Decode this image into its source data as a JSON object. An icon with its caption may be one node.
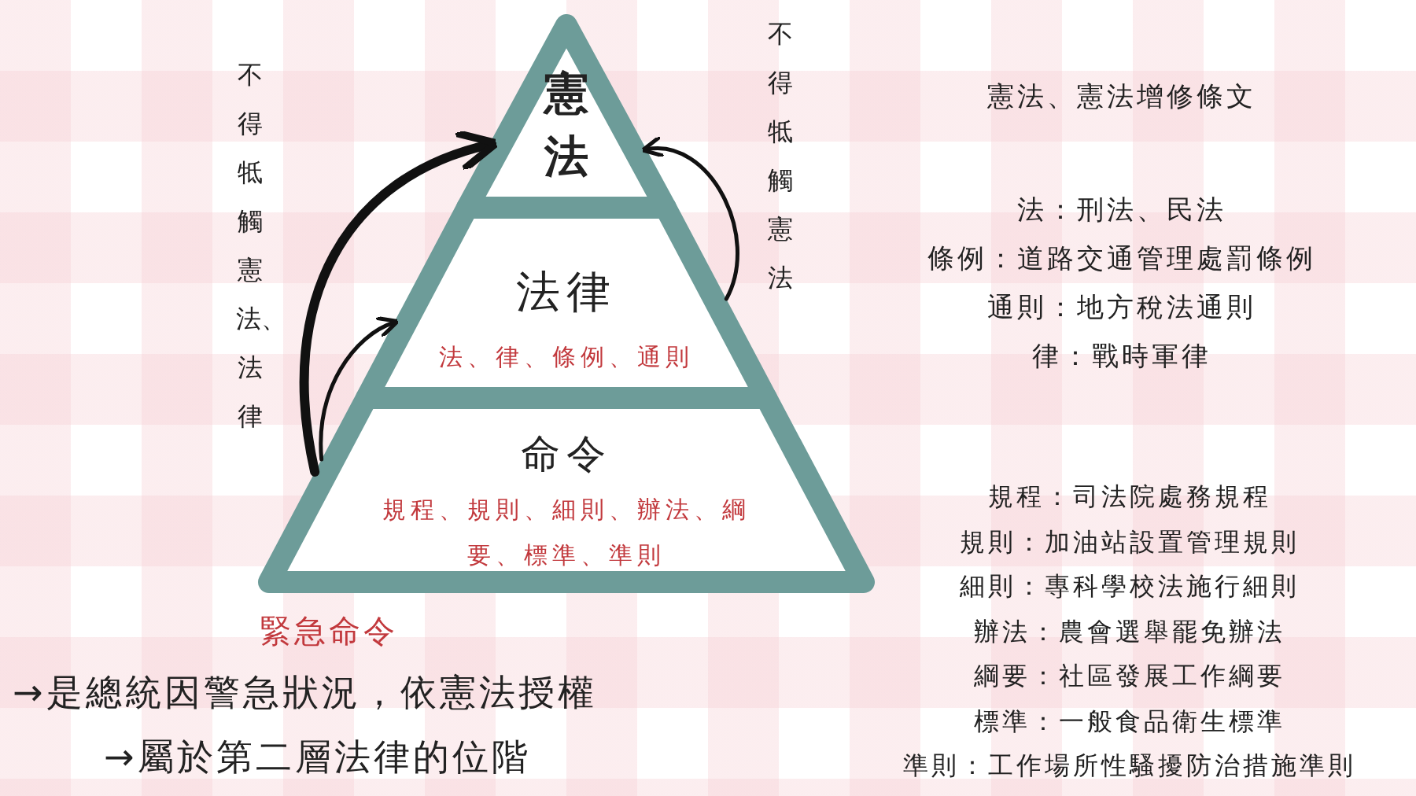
{
  "diagram": {
    "nodes": [
      {
        "text": [
          "憲法"
        ]
      },
      {
        "text": [
          "法律",
          "法、律、條例、通則"
        ]
      },
      {
        "text": [
          "命令",
          "規程、規則、細則、辦法、綱要、標準、準則"
        ]
      }
    ],
    "edges": [
      {
        "from": 2,
        "to": 0,
        "arrow": "to",
        "style": "thick"
      },
      {
        "from": 2,
        "to": 1,
        "arrow": "to"
      },
      {
        "from": 1,
        "to": 0,
        "arrow": "to"
      }
    ],
    "labels": [
      "不得牴觸憲法、法律",
      "不得牴觸憲法",
      "憲法、憲法增修條文",
      "法：刑法、民法",
      "條例：道路交通管理處罰條例",
      "通則：地方稅法通則",
      "律：戰時軍律",
      "規程：司法院處務規程",
      "規則：加油站設置管理規則",
      "細則：專科學校法施行細則",
      "辦法：農會選舉罷免辦法",
      "綱要：社區發展工作綱要",
      "標準：一般食品衛生標準",
      "準則：工作場所性騷擾防治措施準則",
      "緊急命令",
      "→是總統因警急狀況，依憲法授權",
      "→屬於第二層法律的位階"
    ]
  }
}
